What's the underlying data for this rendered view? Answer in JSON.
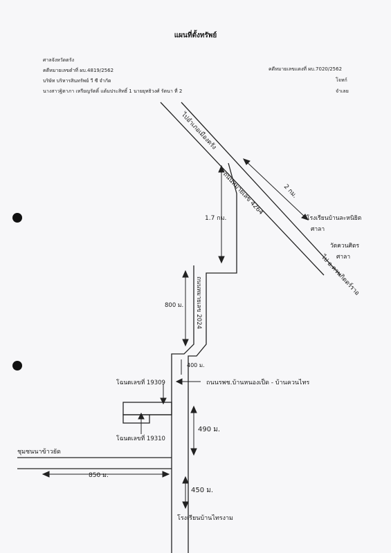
{
  "document": {
    "title": "แผนที่ตั้งทรัพย์",
    "court": "ศาลจังหวัดตรัง",
    "case_red_left": "คดีหมายเลขดำที่ ผบ.4819/2562",
    "plaintiff_company": "บริษัท บริหารสินทรัพย์ วี ซี จำกัด",
    "defendants": "นางสาวฐิตาภา เหรียญรัตติ์ แต้มประสิทธิ์ 1 นายยุทธิวงศ์ รัตนา ที่ 2",
    "case_red_right": "คดีหมายเลขแดงที่ ผบ.7020/2562",
    "plaintiff_label": "โจทก์",
    "defendant_label": "จำเลย"
  },
  "map": {
    "road_to_trang": "ไปอำเภอเมืองตรัง",
    "road_name_4264": "ถนนหมายเลข 4264",
    "dist_1_7km": "1.7 กม.",
    "dist_2km": "2 กม.",
    "school_ban_lanoi": "โรงเรียนบ้านละหนิยิต",
    "sala1": "ศาลา",
    "wat_kuan": "วัดควนศิตร",
    "sala2": "ศาลา",
    "to_kuan": "ไป อ.ควนกิตตร์ราอ",
    "road_2024": "ถนนหมายเลข 2024",
    "dist_800m": "800 ม.",
    "dist_400m": "400 ม.",
    "title_deed_1": "โฉนดเลขที่ 19309",
    "road_local": "ถนนรพช.บ้านหนองเป็ด - บ้านควนไทร",
    "dist_490m": "490 ม.",
    "title_deed_2": "โฉนดเลขที่ 19310",
    "to_village": "ชุมชนนาข้าวยัด",
    "dist_850m": "850 ม.",
    "dist_450m": "450 ม.",
    "school_end": "โรงเรียนบ้านไทรงาม"
  }
}
